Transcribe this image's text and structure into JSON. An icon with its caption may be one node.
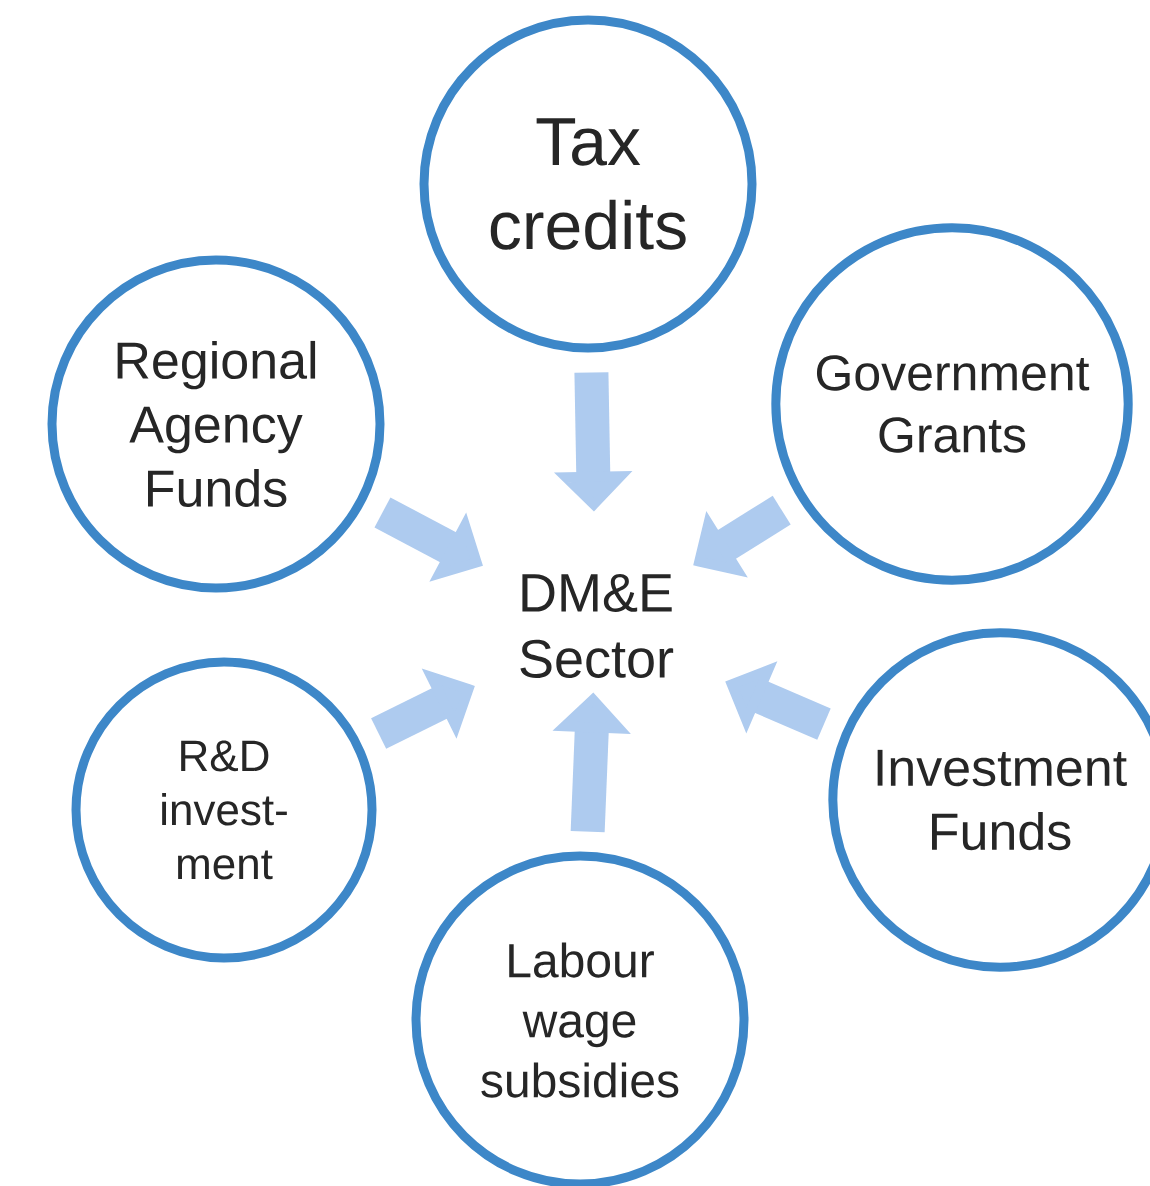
{
  "diagram": {
    "nodes": [
      {
        "text": [
          "DM&E Sector"
        ]
      },
      {
        "text": [
          "Tax credits"
        ]
      },
      {
        "text": [
          "Regional Agency Funds"
        ]
      },
      {
        "text": [
          "Government Grants"
        ]
      },
      {
        "text": [
          "R&D invest-ment"
        ]
      },
      {
        "text": [
          "Investment Funds"
        ]
      },
      {
        "text": [
          "Labour wage subsidies"
        ]
      }
    ],
    "edges": [
      {
        "from": 1,
        "to": 0,
        "arrow": "to"
      },
      {
        "from": 2,
        "to": 0,
        "arrow": "to"
      },
      {
        "from": 3,
        "to": 0,
        "arrow": "to"
      },
      {
        "from": 4,
        "to": 0,
        "arrow": "to"
      },
      {
        "from": 5,
        "to": 0,
        "arrow": "to"
      },
      {
        "from": 6,
        "to": 0,
        "arrow": "to"
      }
    ]
  }
}
